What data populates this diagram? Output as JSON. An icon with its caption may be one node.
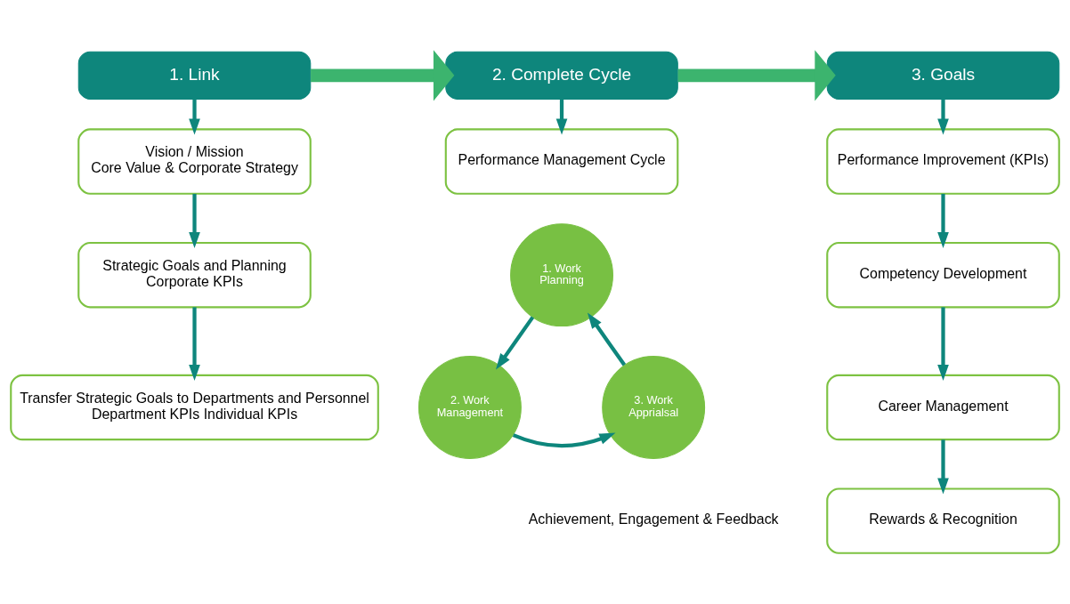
{
  "diagram": {
    "nodes": [
      {
        "text": [
          "1. Link"
        ]
      },
      {
        "text": [
          "Vision / Mission",
          "Core Value & Corporate Strategy"
        ]
      },
      {
        "text": [
          "Strategic Goals and Planning",
          "Corporate KPIs"
        ]
      },
      {
        "text": [
          "Transfer Strategic Goals to Departments and Personnel",
          "Department KPIs Individual KPIs"
        ]
      },
      {
        "text": [
          "2. Complete Cycle"
        ]
      },
      {
        "text": [
          "Performance Management Cycle"
        ]
      },
      {
        "text": [
          "1. Work Planning"
        ]
      },
      {
        "text": [
          "2. Work Management"
        ]
      },
      {
        "text": [
          "3. Work Apprialsal"
        ]
      },
      {
        "text": [
          "3. Goals"
        ]
      },
      {
        "text": [
          "Performance Improvement (KPIs)"
        ]
      },
      {
        "text": [
          "Competency Development"
        ]
      },
      {
        "text": [
          "Career Management"
        ]
      },
      {
        "text": [
          "Rewards & Recognition"
        ]
      }
    ],
    "edges": [
      {
        "from": 0,
        "to": 1,
        "arrow": "to"
      },
      {
        "from": 1,
        "to": 2,
        "arrow": "to"
      },
      {
        "from": 2,
        "to": 3,
        "arrow": "to"
      },
      {
        "from": 4,
        "to": 5,
        "arrow": "to"
      },
      {
        "from": 6,
        "to": 7,
        "arrow": "to"
      },
      {
        "from": 7,
        "to": 8,
        "arrow": "to"
      },
      {
        "from": 8,
        "to": 6,
        "arrow": "to"
      },
      {
        "from": 9,
        "to": 10,
        "arrow": "to"
      },
      {
        "from": 10,
        "to": 11,
        "arrow": "to"
      },
      {
        "from": 11,
        "to": 12,
        "arrow": "to"
      },
      {
        "from": 12,
        "to": 13,
        "arrow": "to"
      },
      {
        "from": 0,
        "to": 4,
        "arrow": "to",
        "style": "thick",
        "color": "#3cb46e"
      },
      {
        "from": 4,
        "to": 9,
        "arrow": "to",
        "style": "thick",
        "color": "#3cb46e"
      }
    ],
    "labels": [
      "Achievement, Engagement & Feedback"
    ]
  }
}
